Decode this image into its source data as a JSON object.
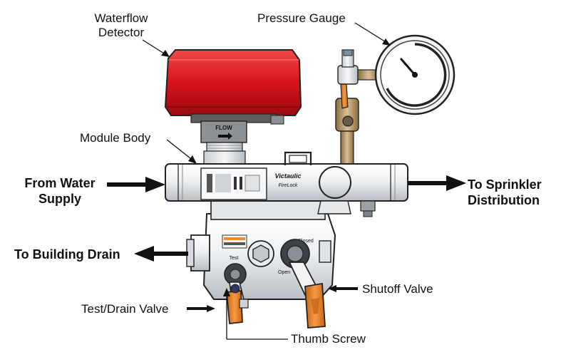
{
  "labels": {
    "waterflow_detector": [
      "Waterflow",
      "Detector"
    ],
    "pressure_gauge": "Pressure Gauge",
    "module_body": "Module Body",
    "from_water_supply": [
      "From Water",
      "Supply"
    ],
    "to_sprinkler_distribution": [
      "To Sprinkler",
      "Distribution"
    ],
    "to_building_drain": "To Building Drain",
    "shutoff_valve": "Shutoff Valve",
    "test_drain_valve": "Test/Drain Valve",
    "thumb_screw": "Thumb Screw"
  },
  "markings": {
    "flow": "FLOW",
    "brand": "Victaulic",
    "product": "FireLock",
    "closed": "Closed",
    "open": "Open",
    "test": "Test"
  },
  "colors": {
    "detector_red": "#d8121b",
    "handle_orange": "#ef7d1f",
    "valve_orange": "#f08a2c",
    "metal_light": "#eceff2",
    "metal_mid": "#c9ced3",
    "outline": "#222222"
  }
}
